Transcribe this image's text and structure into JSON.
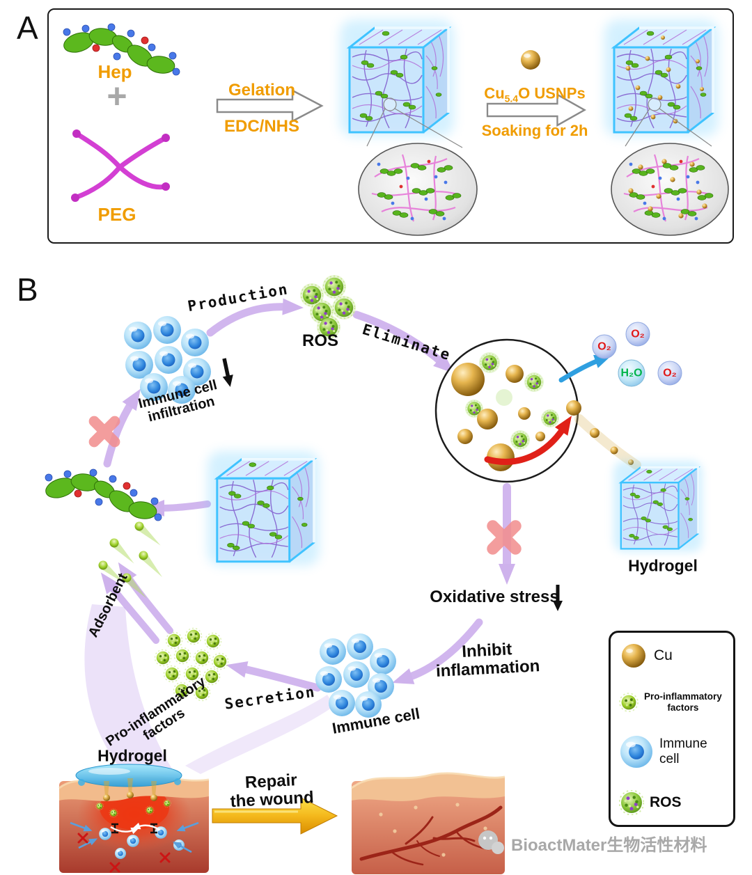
{
  "panel_a": {
    "label": "A",
    "hep": "Hep",
    "plus": "+",
    "peg": "PEG",
    "gelation": "Gelation",
    "crosslinker": "EDC/NHS",
    "cu_pre": "Cu",
    "cu_sub": "5.4",
    "cu_post": "O USNPs",
    "soaking": "Soaking for 2h"
  },
  "panel_b": {
    "label": "B",
    "production": "Production",
    "ros": "ROS",
    "eliminate": "Eliminate",
    "infiltration_line1": "Immune cell",
    "infiltration_line2": "infiltration",
    "o2": "O₂",
    "h2o": "H₂O",
    "hydrogel": "Hydrogel",
    "oxidative_stress": "Oxidative stress",
    "inhibit_line1": "Inhibit",
    "inhibit_line2": "inflammation",
    "immune_cell": "Immune cell",
    "secretion": "Secretion",
    "pro_factors_line1": "Pro-inflammatory",
    "pro_factors_line2": "factors",
    "adsorbent": "Adsorbent",
    "hydrogel_wound": "Hydrogel",
    "repair_line1": "Repair",
    "repair_line2": "the wound"
  },
  "legend": {
    "cu": "Cu",
    "pro_line1": "Pro-inflammatory",
    "pro_line2": "factors",
    "immune": "Immune cell",
    "ros": "ROS"
  },
  "watermark": "BioactMater生物活性材料",
  "icons": {
    "cu-icon": "gold-sphere",
    "pro-inflammatory-icon": "green-speckled-dot",
    "immune-cell-icon": "blue-cell-with-nucleus",
    "ros-icon": "green-purple-speckled-ball",
    "wechat-icon": "gray-bubbles"
  },
  "colors": {
    "accent_orange": "#F09C00",
    "arrow_purple": "#C6A4EA",
    "cube_glow": "#3FC3FF",
    "gold": "#C89436",
    "immune_blue": "#6FBDEF",
    "factor_green": "#8CC83C",
    "o2_red": "#E01818",
    "h2o_green": "#00B44A",
    "blocked_pink": "#F28D8D"
  }
}
